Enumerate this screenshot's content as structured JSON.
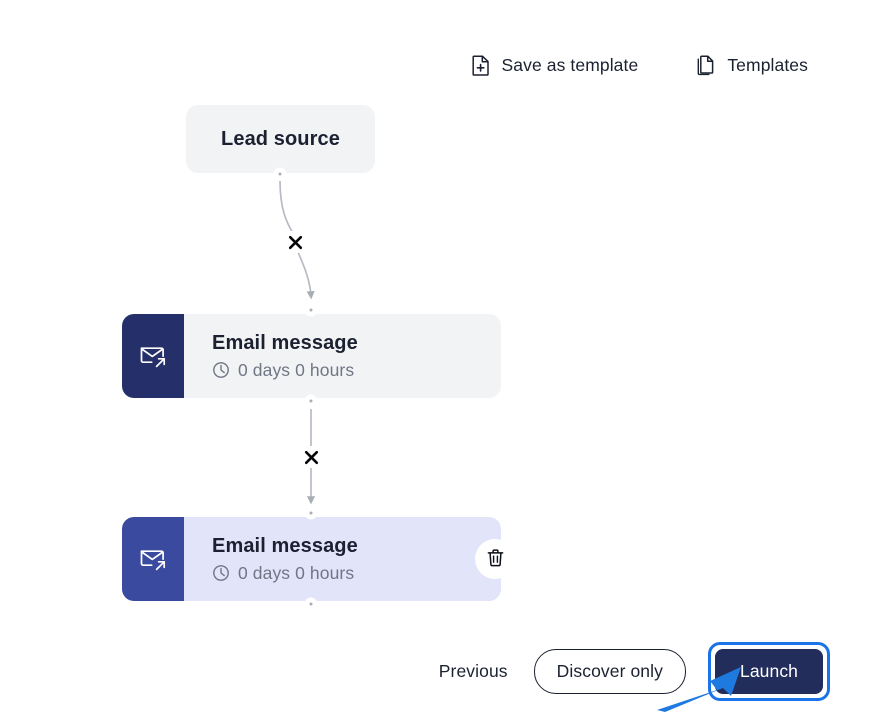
{
  "header": {
    "actions": [
      {
        "label": "Save as template",
        "icon": "document-plus-icon"
      },
      {
        "label": "Templates",
        "icon": "documents-stack-icon"
      }
    ]
  },
  "flow": {
    "lead_source": {
      "title": "Lead source"
    },
    "steps": [
      {
        "title": "Email message",
        "delay": "0 days 0 hours",
        "icon": "email-send-icon",
        "state": "default"
      },
      {
        "title": "Email message",
        "delay": "0 days 0 hours",
        "icon": "email-send-icon",
        "state": "selected",
        "delete_icon": "trash-icon"
      }
    ],
    "edges": [
      {
        "marker": "✕",
        "style": "curved"
      },
      {
        "marker": "✕",
        "style": "straight"
      }
    ]
  },
  "footer": {
    "previous_label": "Previous",
    "discover_label": "Discover only",
    "launch_label": "Launch"
  },
  "colors": {
    "node_default_bg": "#f2f3f5",
    "node_selected_bg": "#e2e4fa",
    "icon_default": "#25306b",
    "icon_selected": "#3a4a9f",
    "launch_bg": "#232d5c",
    "focus_ring": "#1a73e8",
    "annotation_arrow": "#1f7ae0",
    "text_primary": "#1b2130",
    "text_muted": "#707683",
    "handle": "#a9aeb6"
  }
}
